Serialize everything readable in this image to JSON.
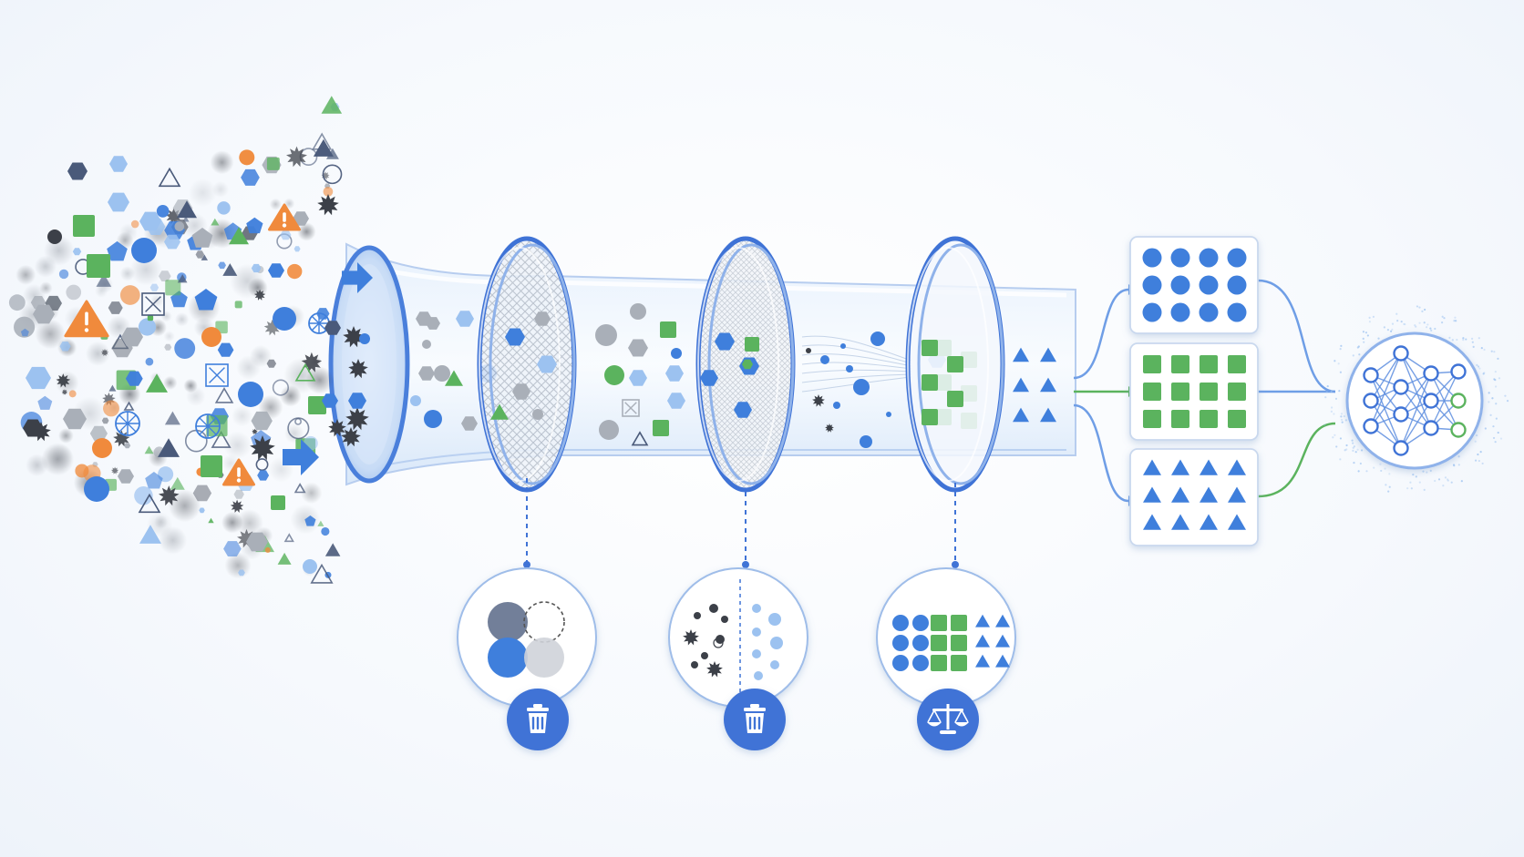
{
  "colors": {
    "blue": "#3f7fdc",
    "blue_light": "#9cc2f0",
    "navy": "#4a5a7a",
    "green": "#5bb35e",
    "orange": "#f08a3c",
    "gray": "#a9afb8",
    "dark": "#3c4048",
    "pipe": "#bcd5f4",
    "ring": "#3f73d6"
  },
  "icons": {
    "stage1": "trash-icon",
    "stage2": "trash-icon",
    "stage3": "balance-scale-icon",
    "model": "neural-network-icon",
    "noise": "warning-icon"
  },
  "stages": [
    {
      "id": "dedup",
      "badge_icon": "trash-icon",
      "content": "overlapping-circles"
    },
    {
      "id": "noise-filter",
      "badge_icon": "trash-icon",
      "content": "noise-vs-clean-dots"
    },
    {
      "id": "balance",
      "badge_icon": "balance-scale-icon",
      "content": "balanced-groups"
    }
  ],
  "output_groups": [
    {
      "shape": "circle",
      "color": "#3f7fdc",
      "rows": 3,
      "cols": 4
    },
    {
      "shape": "square",
      "color": "#5bb35e",
      "rows": 3,
      "cols": 4
    },
    {
      "shape": "triangle",
      "color": "#3f7fdc",
      "rows": 3,
      "cols": 4
    }
  ]
}
